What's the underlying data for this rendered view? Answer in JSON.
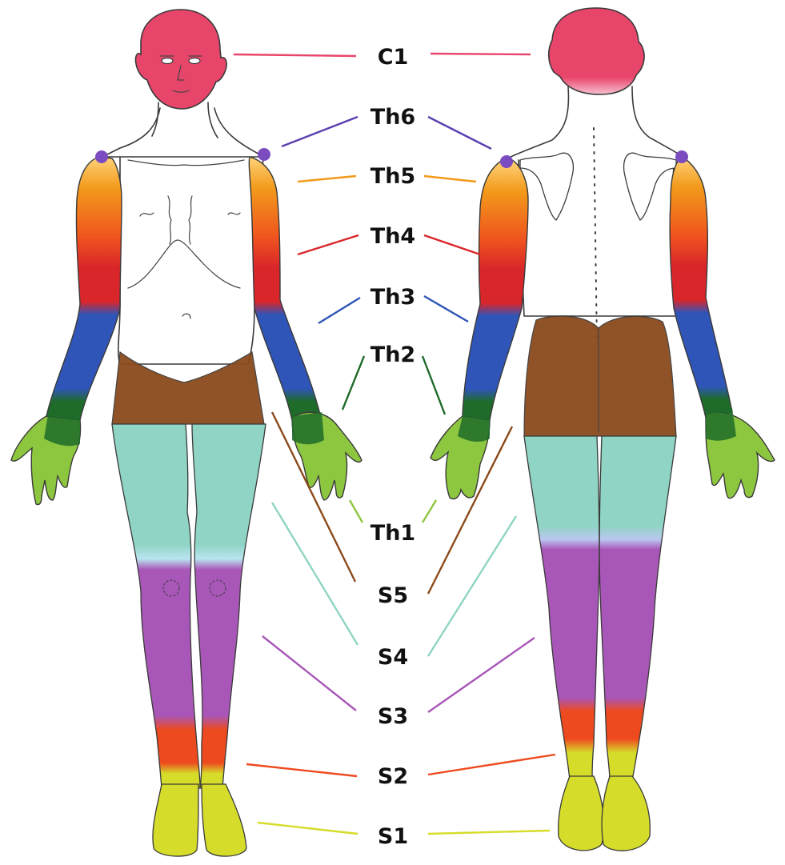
{
  "segments": [
    {
      "id": "C1",
      "label": "C1",
      "color": "#e8456a"
    },
    {
      "id": "Th6",
      "label": "Th6",
      "color": "#5b3fb0"
    },
    {
      "id": "Th5",
      "label": "Th5",
      "color": "#f29a1a"
    },
    {
      "id": "Th4",
      "label": "Th4",
      "color": "#d9262a"
    },
    {
      "id": "Th3",
      "label": "Th3",
      "color": "#2f55b8"
    },
    {
      "id": "Th2",
      "label": "Th2",
      "color": "#1f6b2a"
    },
    {
      "id": "Th1",
      "label": "Th1",
      "color": "#8dc63f"
    },
    {
      "id": "S5",
      "label": "S5",
      "color": "#8a4a1c"
    },
    {
      "id": "S4",
      "label": "S4",
      "color": "#8fd4c4"
    },
    {
      "id": "S3",
      "label": "S3",
      "color": "#a857b8"
    },
    {
      "id": "S2",
      "label": "S2",
      "color": "#ee4a1f"
    },
    {
      "id": "S1",
      "label": "S1",
      "color": "#d6dc2a"
    }
  ],
  "colors": {
    "head": "#e8456a",
    "shoulder_dot": "#7b4bc0",
    "upper_arm_top": "#f29a1a",
    "upper_arm": "#d9262a",
    "forearm": "#2f55b8",
    "wrist": "#1f6b2a",
    "hand": "#8dc63f",
    "buttocks": "#8a4a1c",
    "thigh": "#8fd4c4",
    "lower_leg": "#a857b8",
    "ankle": "#ee4a1f",
    "foot": "#d6dc2a",
    "outline": "#3a3a3a"
  },
  "views": [
    "front-view",
    "back-view"
  ]
}
